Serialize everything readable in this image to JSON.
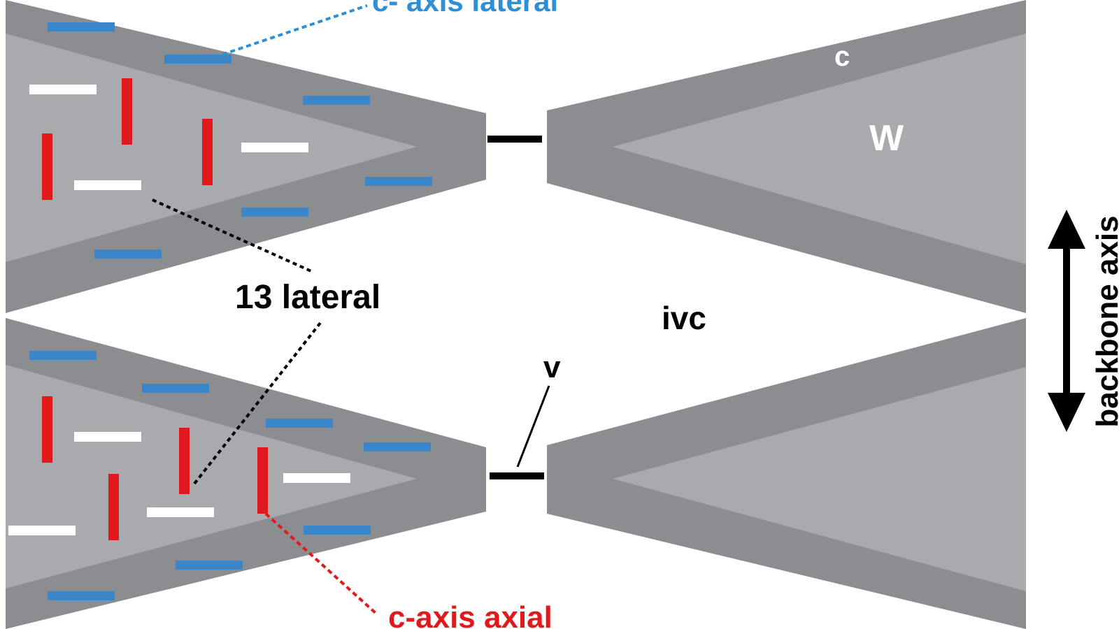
{
  "labels": {
    "c_axis_lateral": "c- axis lateral",
    "c_axis_axial": "c-axis axial",
    "thirteen_lateral": "13 lateral",
    "ivc": "ivc",
    "v": "v",
    "c": "c",
    "w": "W",
    "backbone_axis": "backbone axis"
  },
  "colors": {
    "dark_gray": "#8c8d91",
    "light_gray": "#a9aaae",
    "blue": "#3a86c8",
    "red": "#e0191c",
    "white_bar": "#ffffff",
    "black": "#000000",
    "lateral_text": "#2d8fd6",
    "axial_text": "#e0191c"
  }
}
